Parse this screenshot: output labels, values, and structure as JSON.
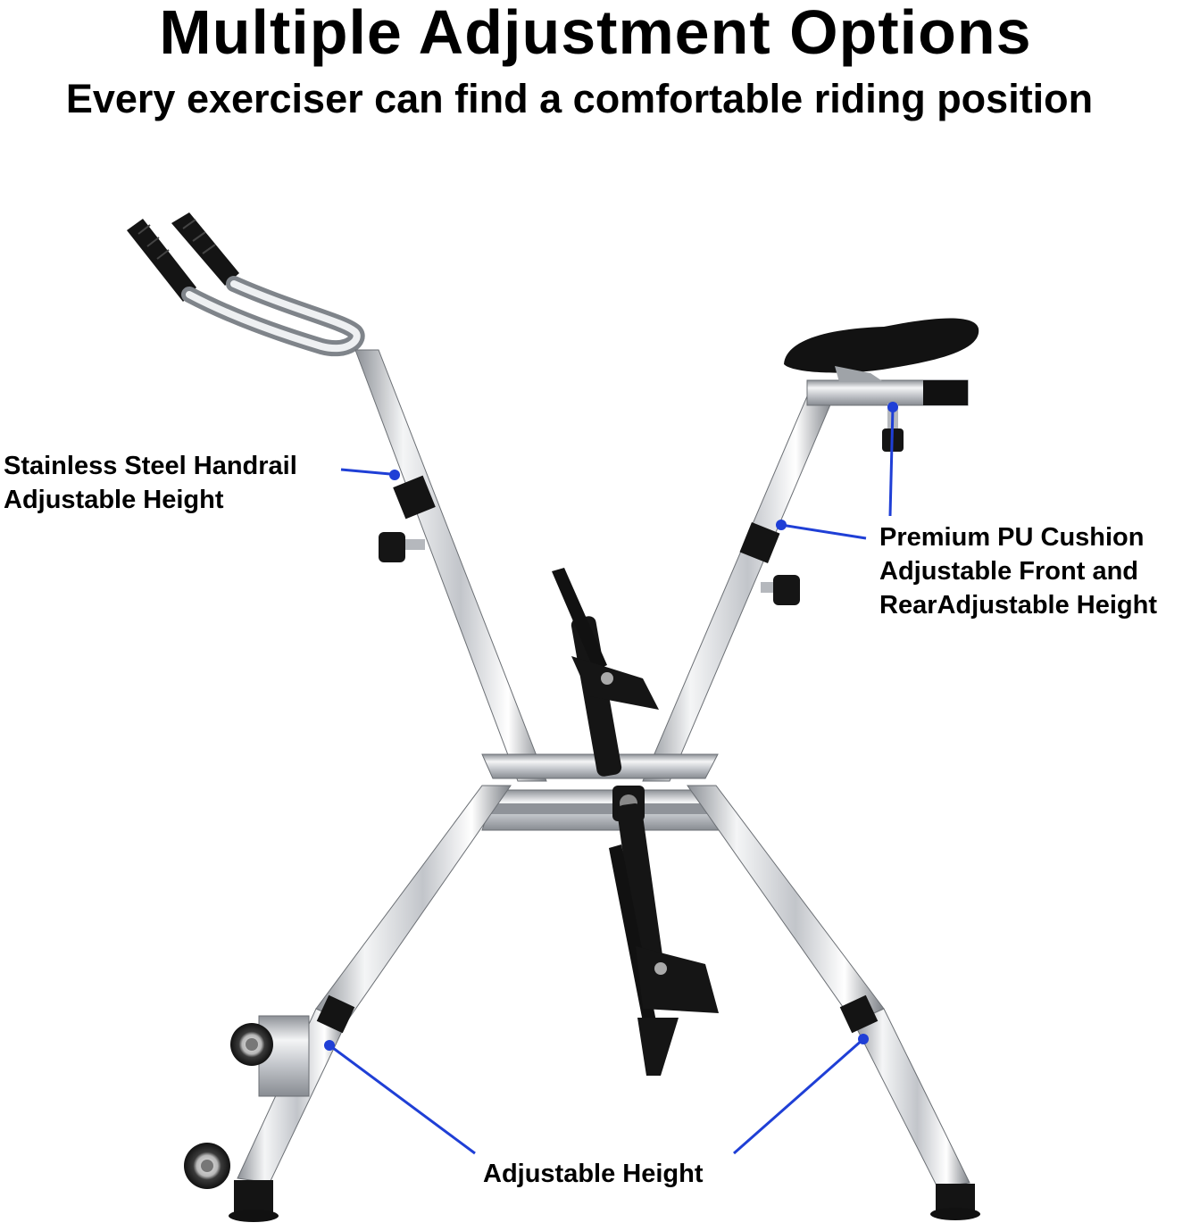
{
  "title": "Multiple Adjustment Options",
  "subtitle": "Every exerciser can find a comfortable riding position",
  "callouts": {
    "handrail": {
      "line1": "Stainless Steel Handrail",
      "line2": "Adjustable Height"
    },
    "cushion": {
      "line1": "Premium PU Cushion",
      "line2": "Adjustable Front and",
      "line3": "RearAdjustable Height"
    },
    "base": {
      "line1": "Adjustable Height"
    }
  },
  "colors": {
    "background": "#ffffff",
    "text": "#000000",
    "leader_line": "#1f3fd6",
    "steel": "#c9ccd1",
    "rubber": "#111111"
  }
}
